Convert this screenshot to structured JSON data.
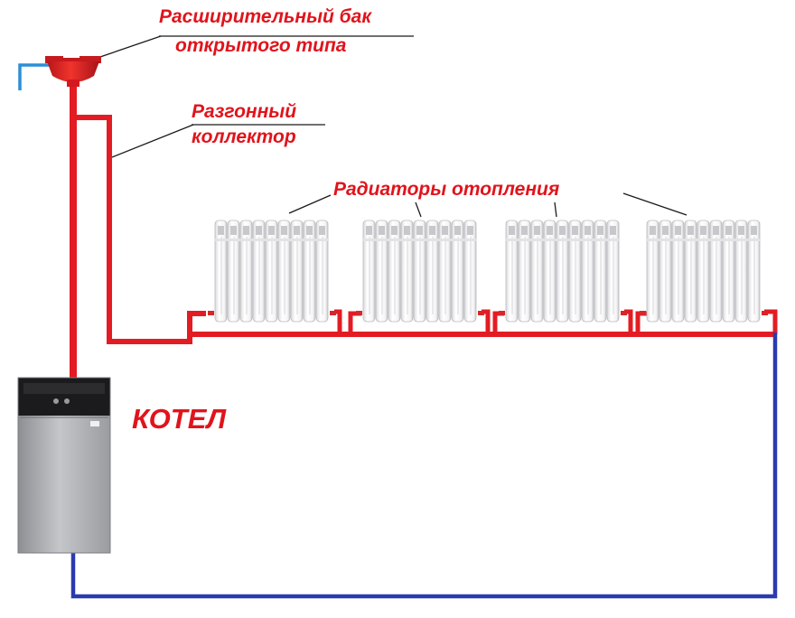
{
  "labels": {
    "tank_line1": "Расширительный бак",
    "tank_line2": "открытого типа",
    "collector_line1": "Разгонный",
    "collector_line2": "коллектор",
    "radiators": "Радиаторы отопления",
    "boiler": "КОТЕЛ"
  },
  "colors": {
    "supply_pipe": "#e31c23",
    "return_pipe": "#2a3bb0",
    "label_text": "#e0141c",
    "tank": "#e3201f",
    "water_inlet": "#2b8fd6"
  },
  "icons": {
    "tank": "expansion-tank-icon",
    "boiler": "boiler-icon",
    "radiator": "radiator-icon"
  }
}
